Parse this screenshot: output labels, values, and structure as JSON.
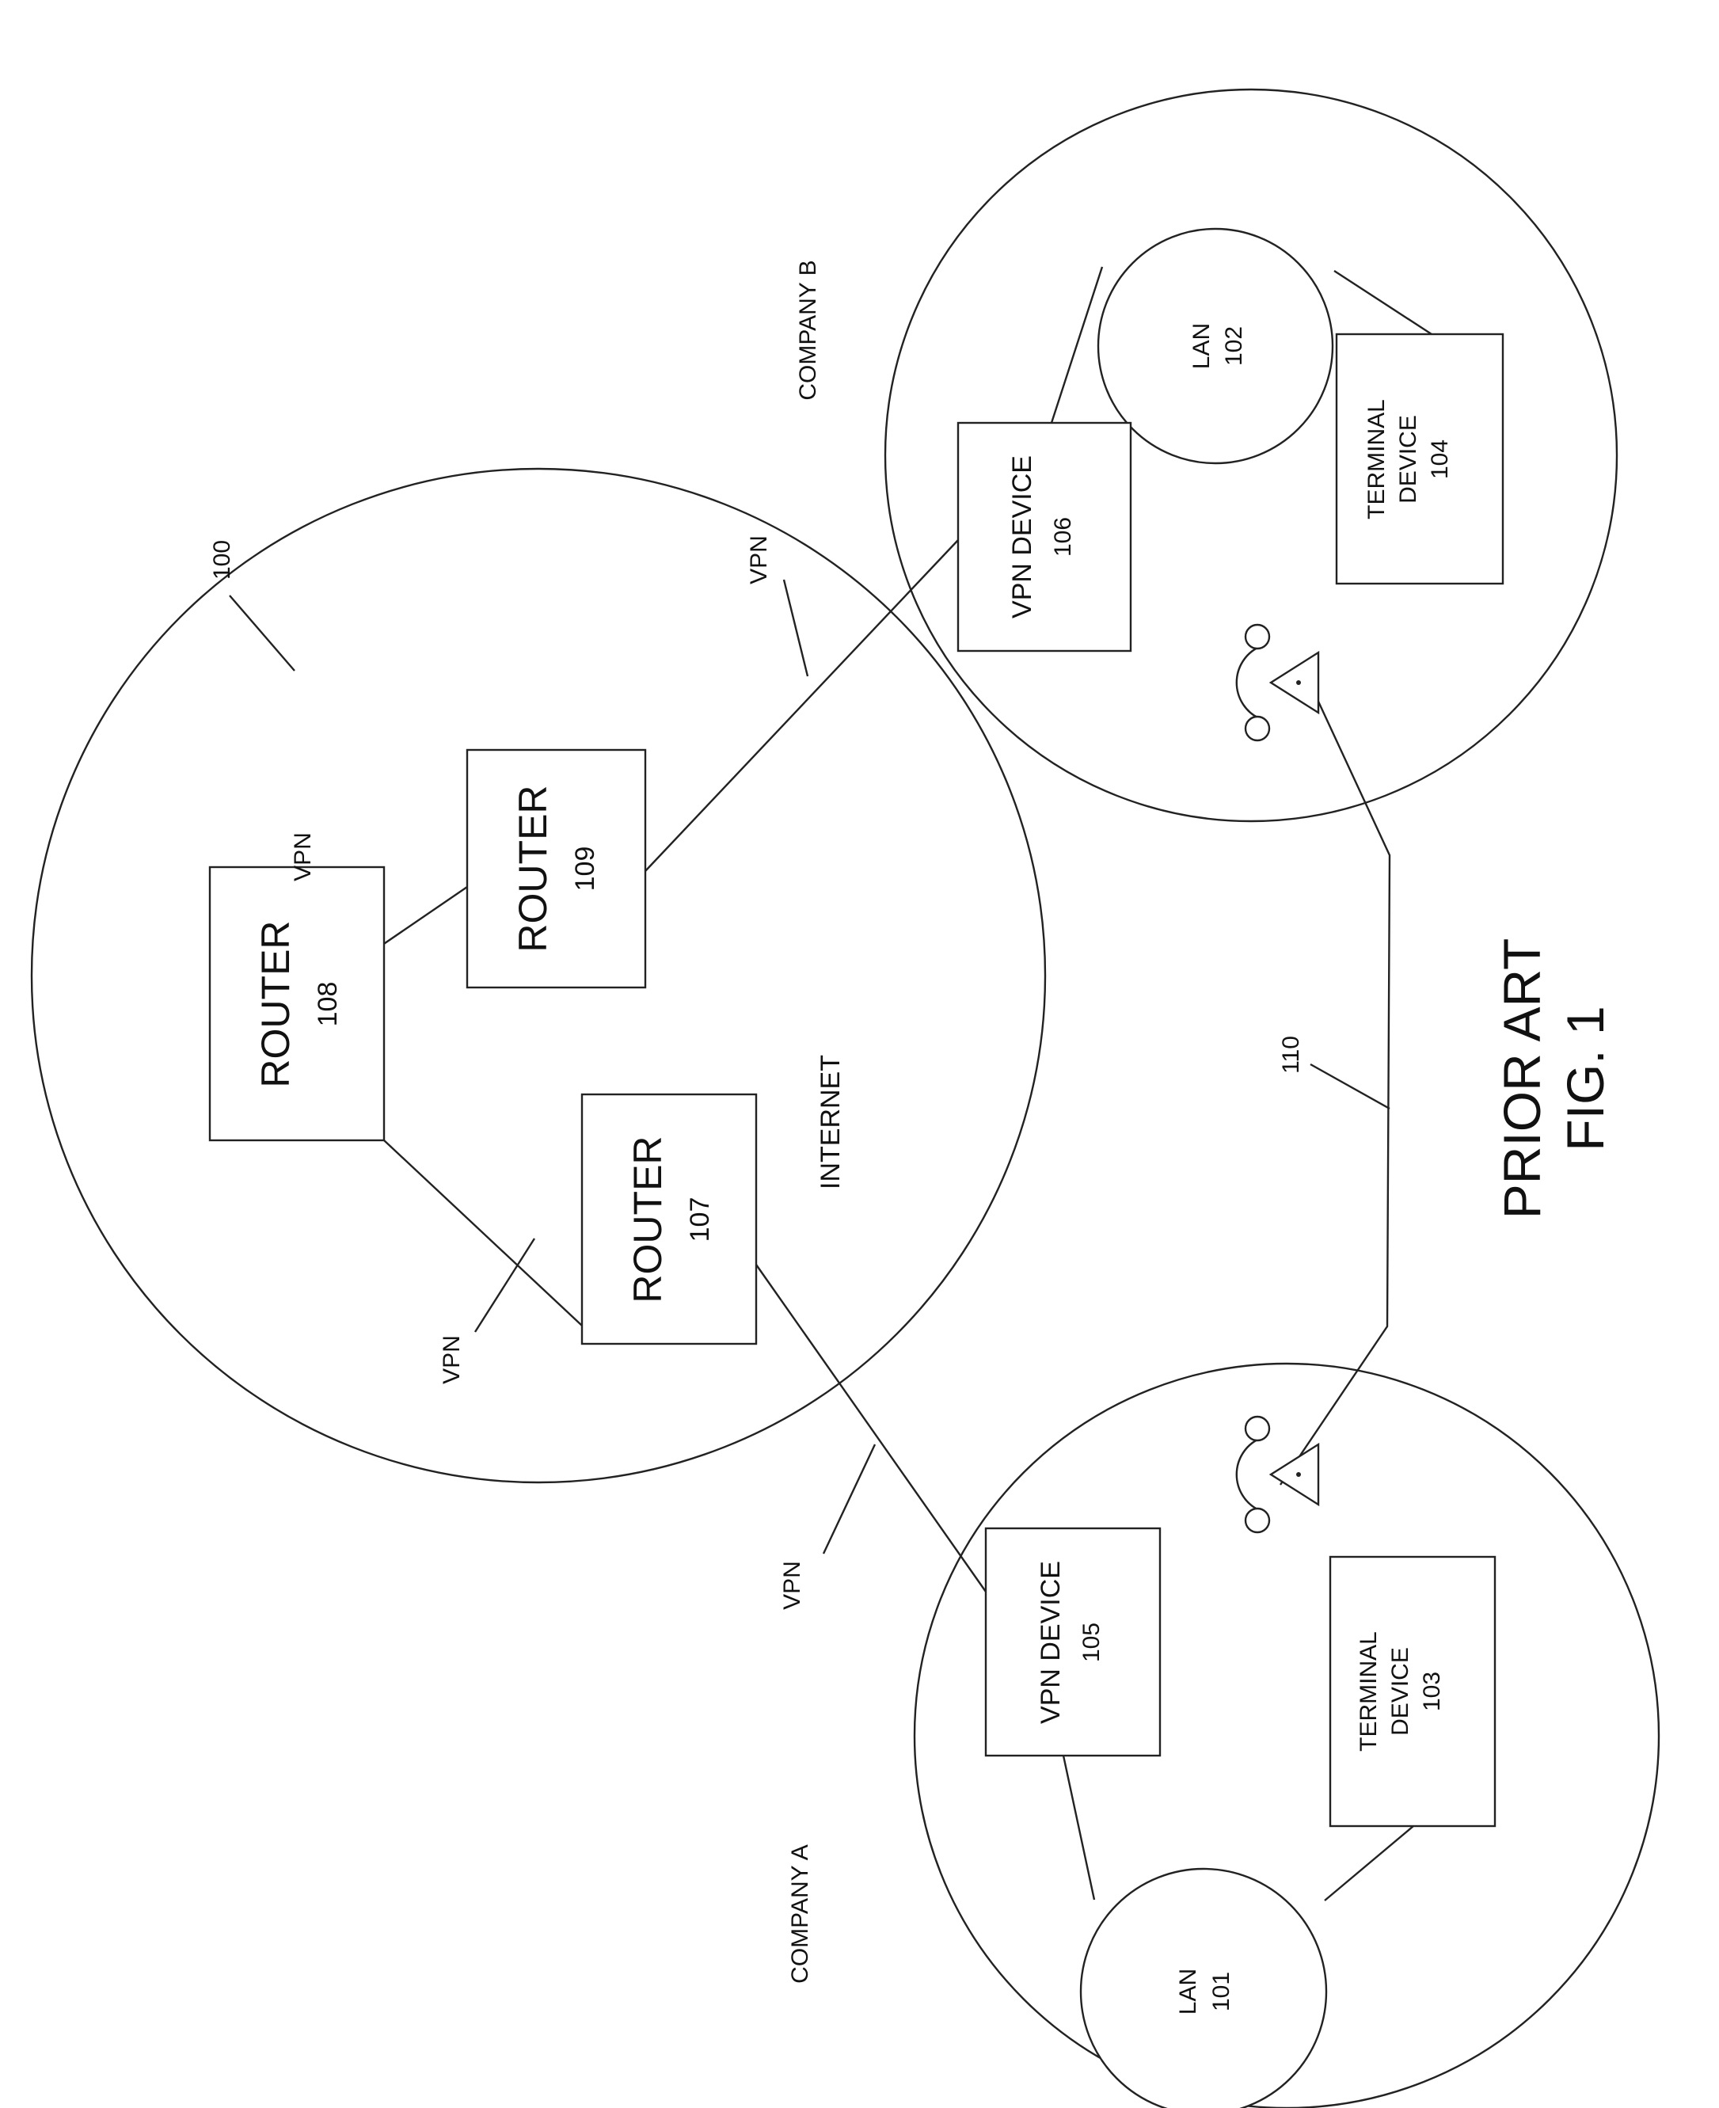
{
  "diagram": {
    "internet": {
      "label": "INTERNET",
      "ref": "100"
    },
    "routers": [
      {
        "label": "ROUTER",
        "number": "107"
      },
      {
        "label": "ROUTER",
        "number": "108"
      },
      {
        "label": "ROUTER",
        "number": "109"
      }
    ],
    "company_a": {
      "label": "COMPANY A",
      "vpn_device": {
        "label": "VPN DEVICE",
        "number": "105"
      },
      "lan": {
        "label": "LAN",
        "number": "101"
      },
      "terminal": {
        "label_line1": "TERMINAL",
        "label_line2": "DEVICE",
        "number": "103"
      }
    },
    "company_b": {
      "label": "COMPANY B",
      "vpn_device": {
        "label": "VPN DEVICE",
        "number": "106"
      },
      "lan": {
        "label": "LAN",
        "number": "102"
      },
      "terminal": {
        "label_line1": "TERMINAL",
        "label_line2": "DEVICE",
        "number": "104"
      }
    },
    "vpn_labels": [
      "VPN",
      "VPN",
      "VPN",
      "VPN"
    ],
    "phone_line_ref": "110",
    "caption": {
      "line1": "PRIOR ART",
      "line2": "FIG. 1"
    }
  }
}
